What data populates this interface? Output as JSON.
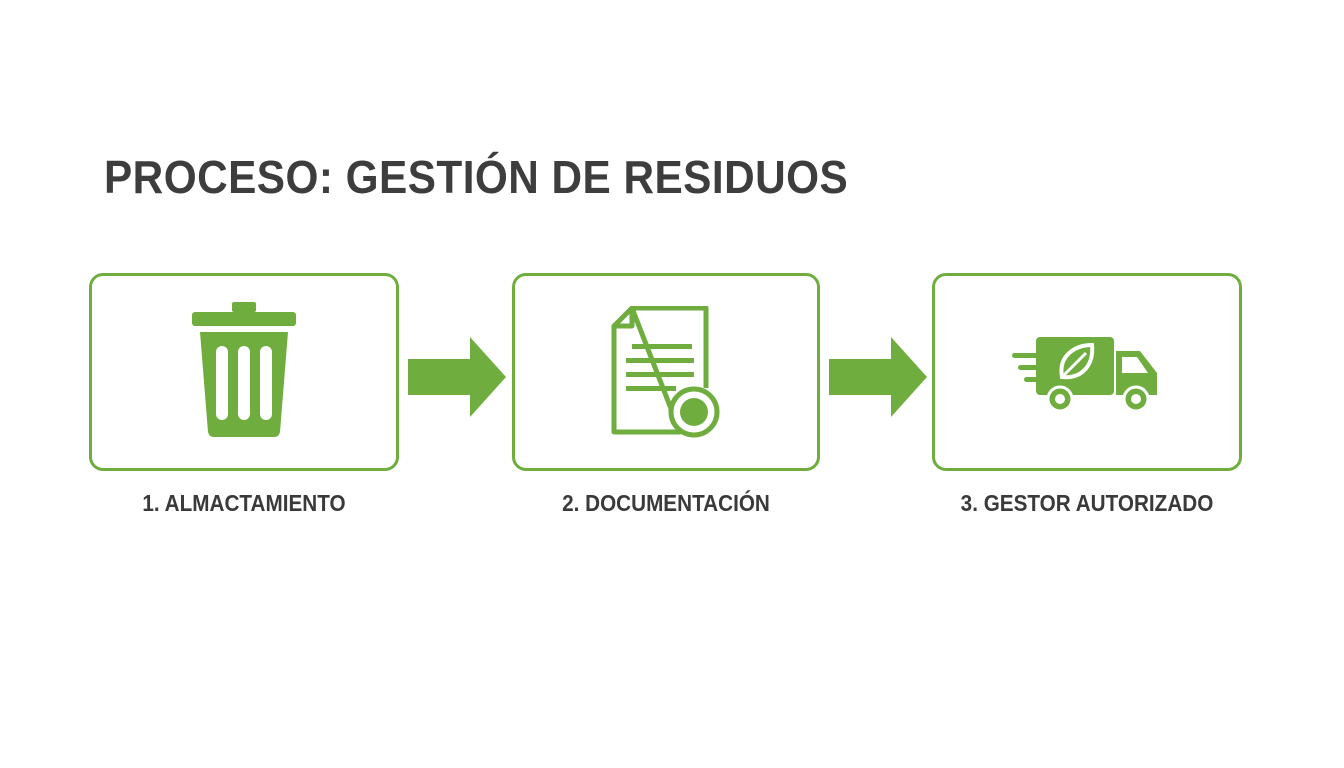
{
  "title": "PROCESO: GESTIÓN DE RESIDUOS",
  "colors": {
    "accent": "#6fae3e",
    "text": "#3d3d3d",
    "background": "#ffffff"
  },
  "steps": [
    {
      "label": "1. ALMACTAMIENTO",
      "icon": "trash-can-icon"
    },
    {
      "label": "2. DOCUMENTACIÓN",
      "icon": "document-seal-icon"
    },
    {
      "label": "3. GESTOR AUTORIZADO",
      "icon": "eco-truck-icon"
    }
  ],
  "connectors": [
    {
      "icon": "arrow-right-icon"
    },
    {
      "icon": "arrow-right-icon"
    }
  ]
}
